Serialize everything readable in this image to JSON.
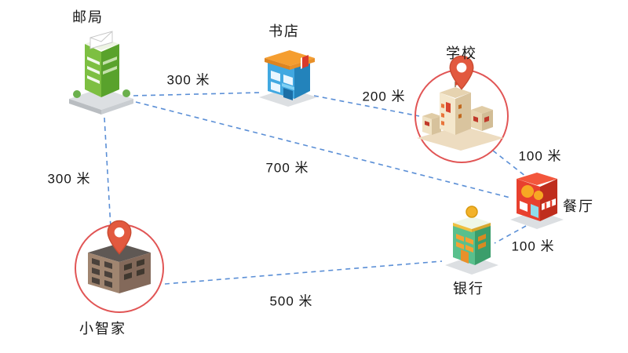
{
  "diagram": {
    "nodes": [
      {
        "id": "post-office",
        "label": "邮局",
        "icon": "post-office-building-icon",
        "highlighted": false
      },
      {
        "id": "bookstore",
        "label": "书店",
        "icon": "bookstore-building-icon",
        "highlighted": false
      },
      {
        "id": "school",
        "label": "学校",
        "icon": "school-building-icon",
        "highlighted": true
      },
      {
        "id": "restaurant",
        "label": "餐厅",
        "icon": "restaurant-building-icon",
        "highlighted": false
      },
      {
        "id": "bank",
        "label": "银行",
        "icon": "bank-building-icon",
        "highlighted": false
      },
      {
        "id": "home",
        "label": "小智家",
        "icon": "home-building-icon",
        "highlighted": true
      }
    ],
    "edges": [
      {
        "from": "邮局",
        "to": "书店",
        "label": "300 米"
      },
      {
        "from": "书店",
        "to": "学校",
        "label": "200 米"
      },
      {
        "from": "学校",
        "to": "餐厅",
        "label": "100 米"
      },
      {
        "from": "餐厅",
        "to": "银行",
        "label": "100 米"
      },
      {
        "from": "邮局",
        "to": "餐厅",
        "label": "700 米"
      },
      {
        "from": "邮局",
        "to": "小智家",
        "label": "300 米"
      },
      {
        "from": "小智家",
        "to": "银行",
        "label": "500 米"
      }
    ],
    "colors": {
      "edge_line": "#5b8fd6",
      "highlight_circle": "#e15555",
      "pin": "#e2593f",
      "text": "#161616"
    }
  }
}
